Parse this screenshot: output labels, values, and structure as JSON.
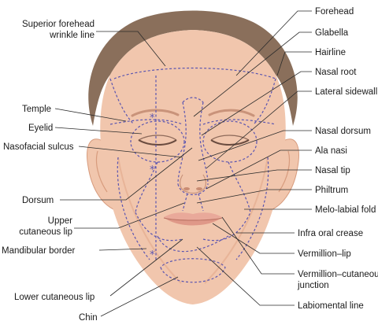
{
  "labels_left": [
    {
      "id": "superior-forehead-wrinkle-line",
      "lines": [
        "Superior forehead",
        "wrinkle line"
      ]
    },
    {
      "id": "temple",
      "lines": [
        "Temple"
      ]
    },
    {
      "id": "eyelid",
      "lines": [
        "Eyelid"
      ]
    },
    {
      "id": "nasofacial-sulcus",
      "lines": [
        "Nasofacial sulcus"
      ]
    },
    {
      "id": "dorsum",
      "lines": [
        "Dorsum"
      ]
    },
    {
      "id": "upper-cutaneous-lip",
      "lines": [
        "Upper",
        "cutaneous lip"
      ]
    },
    {
      "id": "mandibular-border",
      "lines": [
        "Mandibular border"
      ]
    },
    {
      "id": "lower-cutaneous-lip",
      "lines": [
        "Lower cutaneous lip"
      ]
    },
    {
      "id": "chin",
      "lines": [
        "Chin"
      ]
    }
  ],
  "labels_right": [
    {
      "id": "forehead",
      "lines": [
        "Forehead"
      ]
    },
    {
      "id": "glabella",
      "lines": [
        "Glabella"
      ]
    },
    {
      "id": "hairline",
      "lines": [
        "Hairline"
      ]
    },
    {
      "id": "nasal-root",
      "lines": [
        "Nasal root"
      ]
    },
    {
      "id": "lateral-sidewall",
      "lines": [
        "Lateral sidewall"
      ]
    },
    {
      "id": "nasal-dorsum",
      "lines": [
        "Nasal dorsum"
      ]
    },
    {
      "id": "ala-nasi",
      "lines": [
        "Ala nasi"
      ]
    },
    {
      "id": "nasal-tip",
      "lines": [
        "Nasal tip"
      ]
    },
    {
      "id": "philtrum",
      "lines": [
        "Philtrum"
      ]
    },
    {
      "id": "melo-labial-fold",
      "lines": [
        "Melo-labial fold"
      ]
    },
    {
      "id": "infra-oral-crease",
      "lines": [
        "Infra oral crease"
      ]
    },
    {
      "id": "vermillion-lip",
      "lines": [
        "Vermillion–lip"
      ]
    },
    {
      "id": "vermillion-cutaneous-junction",
      "lines": [
        "Vermillion–cutaneous",
        "junction"
      ]
    },
    {
      "id": "labiomental-line",
      "lines": [
        "Labiomental line"
      ]
    }
  ],
  "colors": {
    "skin": "#f1c6ad",
    "skin_shadow": "#e3a98b",
    "hair": "#8a6f5b",
    "zone_lines": "#5b55b0",
    "text": "#1a1a1a",
    "background": "#ffffff"
  },
  "markers": [
    "*",
    "*",
    "*"
  ]
}
